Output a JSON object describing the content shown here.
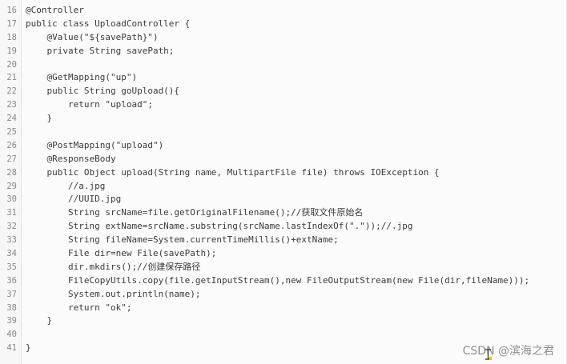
{
  "code": {
    "lines": [
      {
        "num": "16",
        "text": "@Controller"
      },
      {
        "num": "17",
        "text": "public class UploadController {"
      },
      {
        "num": "18",
        "text": "    @Value(\"${savePath}\")"
      },
      {
        "num": "19",
        "text": "    private String savePath;"
      },
      {
        "num": "20",
        "text": ""
      },
      {
        "num": "21",
        "text": "    @GetMapping(\"up\")"
      },
      {
        "num": "22",
        "text": "    public String goUpload(){"
      },
      {
        "num": "23",
        "text": "        return \"upload\";"
      },
      {
        "num": "24",
        "text": "    }"
      },
      {
        "num": "25",
        "text": ""
      },
      {
        "num": "26",
        "text": "    @PostMapping(\"upload\")"
      },
      {
        "num": "27",
        "text": "    @ResponseBody"
      },
      {
        "num": "28",
        "text": "    public Object upload(String name, MultipartFile file) throws IOException {"
      },
      {
        "num": "29",
        "text": "        //a.jpg"
      },
      {
        "num": "30",
        "text": "        //UUID.jpg"
      },
      {
        "num": "31",
        "text": "        String srcName=file.getOriginalFilename();//获取文件原始名"
      },
      {
        "num": "32",
        "text": "        String extName=srcName.substring(srcName.lastIndexOf(\".\"));//.jpg"
      },
      {
        "num": "33",
        "text": "        String fileName=System.currentTimeMillis()+extName;"
      },
      {
        "num": "34",
        "text": "        File dir=new File(savePath);"
      },
      {
        "num": "35",
        "text": "        dir.mkdirs();//创建保存路径"
      },
      {
        "num": "36",
        "text": "        FileCopyUtils.copy(file.getInputStream(),new FileOutputStream(new File(dir,fileName)));"
      },
      {
        "num": "37",
        "text": "        System.out.println(name);"
      },
      {
        "num": "38",
        "text": "        return \"ok\";"
      },
      {
        "num": "39",
        "text": "    }"
      },
      {
        "num": "40",
        "text": ""
      },
      {
        "num": "41",
        "text": "}"
      }
    ]
  },
  "watermark": "CSDN @滨海之君",
  "icons": {
    "cursor": "text-cursor-icon"
  }
}
